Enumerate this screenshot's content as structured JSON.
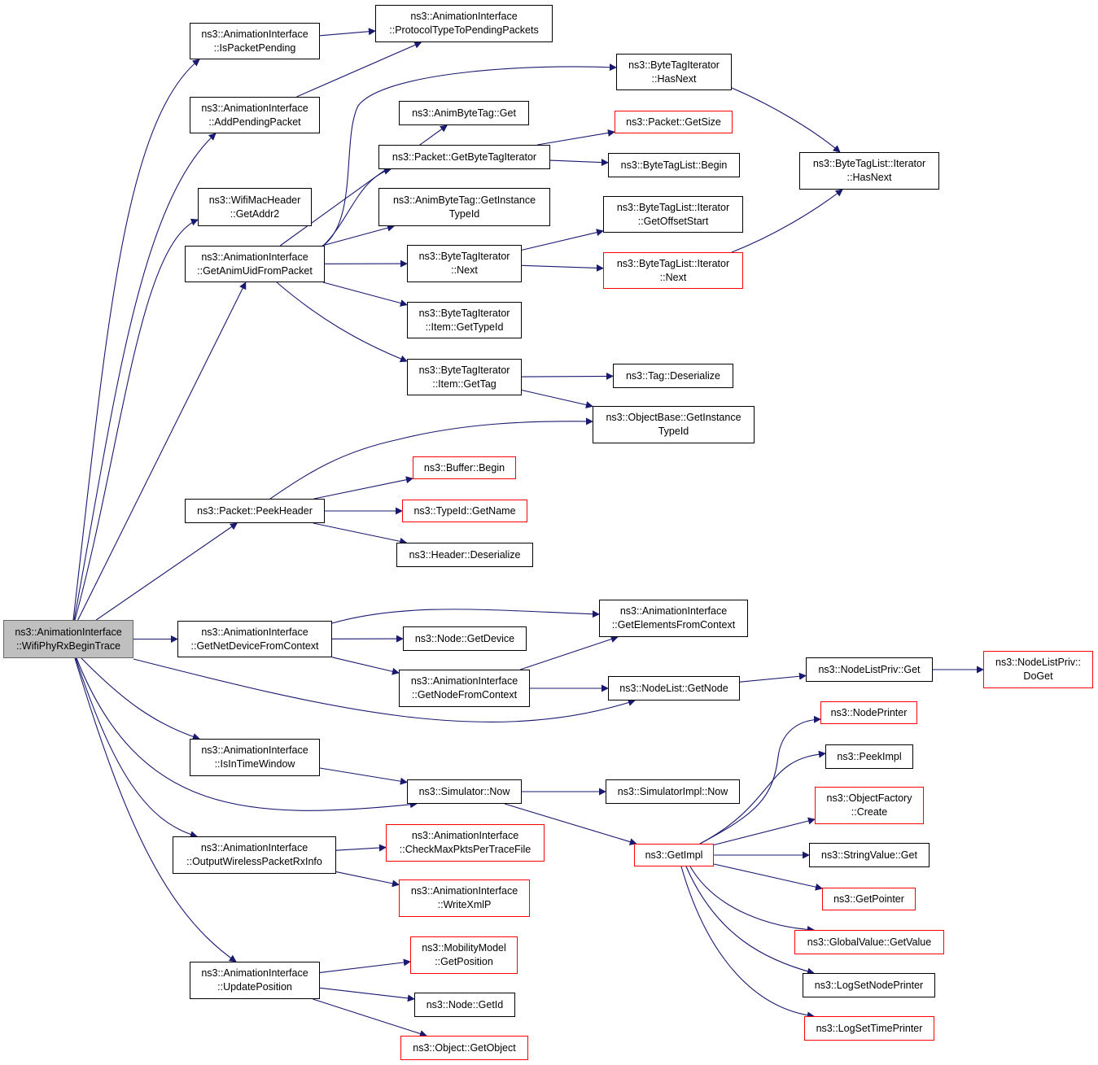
{
  "graph": {
    "root": "root",
    "nodes": {
      "root": {
        "lines": [
          "ns3::AnimationInterface",
          "::WifiPhyRxBeginTrace"
        ],
        "style": "root"
      },
      "isPacketPending": {
        "lines": [
          "ns3::AnimationInterface",
          "::IsPacketPending"
        ],
        "style": "normal"
      },
      "protocolType": {
        "lines": [
          "ns3::AnimationInterface",
          "::ProtocolTypeToPendingPackets"
        ],
        "style": "normal"
      },
      "addPendingPacket": {
        "lines": [
          "ns3::AnimationInterface",
          "::AddPendingPacket"
        ],
        "style": "normal"
      },
      "wifiGetAddr2": {
        "lines": [
          "ns3::WifiMacHeader",
          "::GetAddr2"
        ],
        "style": "normal"
      },
      "getAnimUid": {
        "lines": [
          "ns3::AnimationInterface",
          "::GetAnimUidFromPacket"
        ],
        "style": "normal"
      },
      "btiHasNext": {
        "lines": [
          "ns3::ByteTagIterator",
          "::HasNext"
        ],
        "style": "normal"
      },
      "animByteTagGet": {
        "lines": [
          "ns3::AnimByteTag::Get"
        ],
        "style": "normal"
      },
      "packetGetSize": {
        "lines": [
          "ns3::Packet::GetSize"
        ],
        "style": "red"
      },
      "getByteTagIterator": {
        "lines": [
          "ns3::Packet::GetByteTagIterator"
        ],
        "style": "normal"
      },
      "btlBegin": {
        "lines": [
          "ns3::ByteTagList::Begin"
        ],
        "style": "normal"
      },
      "btlIterHasNext": {
        "lines": [
          "ns3::ByteTagList::Iterator",
          "::HasNext"
        ],
        "style": "normal"
      },
      "animByteTagTypeId": {
        "lines": [
          "ns3::AnimByteTag::GetInstance",
          "TypeId"
        ],
        "style": "normal"
      },
      "btlIterOffsetStart": {
        "lines": [
          "ns3::ByteTagList::Iterator",
          "::GetOffsetStart"
        ],
        "style": "normal"
      },
      "btiNext": {
        "lines": [
          "ns3::ByteTagIterator",
          "::Next"
        ],
        "style": "normal"
      },
      "btlIterNext": {
        "lines": [
          "ns3::ByteTagList::Iterator",
          "::Next"
        ],
        "style": "red"
      },
      "btiItemGetTypeId": {
        "lines": [
          "ns3::ByteTagIterator",
          "::Item::GetTypeId"
        ],
        "style": "normal"
      },
      "btiItemGetTag": {
        "lines": [
          "ns3::ByteTagIterator",
          "::Item::GetTag"
        ],
        "style": "normal"
      },
      "tagDeserialize": {
        "lines": [
          "ns3::Tag::Deserialize"
        ],
        "style": "normal"
      },
      "objectBaseTypeId": {
        "lines": [
          "ns3::ObjectBase::GetInstance",
          "TypeId"
        ],
        "style": "normal"
      },
      "bufferBegin": {
        "lines": [
          "ns3::Buffer::Begin"
        ],
        "style": "red"
      },
      "peekHeader": {
        "lines": [
          "ns3::Packet::PeekHeader"
        ],
        "style": "normal"
      },
      "typeIdGetName": {
        "lines": [
          "ns3::TypeId::GetName"
        ],
        "style": "red"
      },
      "headerDeserialize": {
        "lines": [
          "ns3::Header::Deserialize"
        ],
        "style": "normal"
      },
      "getElementsFromContext": {
        "lines": [
          "ns3::AnimationInterface",
          "::GetElementsFromContext"
        ],
        "style": "normal"
      },
      "getNetDevice": {
        "lines": [
          "ns3::AnimationInterface",
          "::GetNetDeviceFromContext"
        ],
        "style": "normal"
      },
      "nodeGetDevice": {
        "lines": [
          "ns3::Node::GetDevice"
        ],
        "style": "normal"
      },
      "getNodeFromContext": {
        "lines": [
          "ns3::AnimationInterface",
          "::GetNodeFromContext"
        ],
        "style": "normal"
      },
      "nodeListGetNode": {
        "lines": [
          "ns3::NodeList::GetNode"
        ],
        "style": "normal"
      },
      "nodeListPrivGet": {
        "lines": [
          "ns3::NodeListPriv::Get"
        ],
        "style": "normal"
      },
      "nodeListPrivDoGet": {
        "lines": [
          "ns3::NodeListPriv::",
          "DoGet"
        ],
        "style": "red"
      },
      "nodePrinter": {
        "lines": [
          "ns3::NodePrinter"
        ],
        "style": "red"
      },
      "peekImpl": {
        "lines": [
          "ns3::PeekImpl"
        ],
        "style": "normal"
      },
      "isInTimeWindow": {
        "lines": [
          "ns3::AnimationInterface",
          "::IsInTimeWindow"
        ],
        "style": "normal"
      },
      "objectFactoryCreate": {
        "lines": [
          "ns3::ObjectFactory",
          "::Create"
        ],
        "style": "red"
      },
      "simulatorNow": {
        "lines": [
          "ns3::Simulator::Now"
        ],
        "style": "normal"
      },
      "simulatorImplNow": {
        "lines": [
          "ns3::SimulatorImpl::Now"
        ],
        "style": "normal"
      },
      "checkMaxPkts": {
        "lines": [
          "ns3::AnimationInterface",
          "::CheckMaxPktsPerTraceFile"
        ],
        "style": "red"
      },
      "outputWireless": {
        "lines": [
          "ns3::AnimationInterface",
          "::OutputWirelessPacketRxInfo"
        ],
        "style": "normal"
      },
      "getImpl": {
        "lines": [
          "ns3::GetImpl"
        ],
        "style": "red"
      },
      "stringValueGet": {
        "lines": [
          "ns3::StringValue::Get"
        ],
        "style": "normal"
      },
      "writeXmlP": {
        "lines": [
          "ns3::AnimationInterface",
          "::WriteXmlP"
        ],
        "style": "red"
      },
      "getPointer": {
        "lines": [
          "ns3::GetPointer"
        ],
        "style": "red"
      },
      "globalValueGetValue": {
        "lines": [
          "ns3::GlobalValue::GetValue"
        ],
        "style": "red"
      },
      "mobilityGetPosition": {
        "lines": [
          "ns3::MobilityModel",
          "::GetPosition"
        ],
        "style": "red"
      },
      "updatePosition": {
        "lines": [
          "ns3::AnimationInterface",
          "::UpdatePosition"
        ],
        "style": "normal"
      },
      "logSetNodePrinter": {
        "lines": [
          "ns3::LogSetNodePrinter"
        ],
        "style": "normal"
      },
      "nodeGetId": {
        "lines": [
          "ns3::Node::GetId"
        ],
        "style": "normal"
      },
      "logSetTimePrinter": {
        "lines": [
          "ns3::LogSetTimePrinter"
        ],
        "style": "red"
      },
      "objectGetObject": {
        "lines": [
          "ns3::Object::GetObject"
        ],
        "style": "red"
      }
    },
    "edges": [
      [
        "root",
        "isPacketPending"
      ],
      [
        "root",
        "addPendingPacket"
      ],
      [
        "root",
        "wifiGetAddr2"
      ],
      [
        "root",
        "getAnimUid"
      ],
      [
        "root",
        "peekHeader"
      ],
      [
        "root",
        "getNetDevice"
      ],
      [
        "root",
        "nodeListGetNode"
      ],
      [
        "root",
        "isInTimeWindow"
      ],
      [
        "root",
        "simulatorNow"
      ],
      [
        "root",
        "outputWireless"
      ],
      [
        "root",
        "updatePosition"
      ],
      [
        "isPacketPending",
        "protocolType"
      ],
      [
        "addPendingPacket",
        "protocolType"
      ],
      [
        "getAnimUid",
        "btiHasNext"
      ],
      [
        "getAnimUid",
        "animByteTagGet"
      ],
      [
        "getAnimUid",
        "getByteTagIterator"
      ],
      [
        "getAnimUid",
        "animByteTagTypeId"
      ],
      [
        "getAnimUid",
        "btiNext"
      ],
      [
        "getAnimUid",
        "btiItemGetTypeId"
      ],
      [
        "getAnimUid",
        "btiItemGetTag"
      ],
      [
        "btiHasNext",
        "btlIterHasNext"
      ],
      [
        "getByteTagIterator",
        "packetGetSize"
      ],
      [
        "getByteTagIterator",
        "btlBegin"
      ],
      [
        "btiNext",
        "btlIterOffsetStart"
      ],
      [
        "btiNext",
        "btlIterNext"
      ],
      [
        "btlIterNext",
        "btlIterHasNext"
      ],
      [
        "btiItemGetTag",
        "tagDeserialize"
      ],
      [
        "btiItemGetTag",
        "objectBaseTypeId"
      ],
      [
        "peekHeader",
        "objectBaseTypeId"
      ],
      [
        "peekHeader",
        "bufferBegin"
      ],
      [
        "peekHeader",
        "typeIdGetName"
      ],
      [
        "peekHeader",
        "headerDeserialize"
      ],
      [
        "getNetDevice",
        "getElementsFromContext"
      ],
      [
        "getNetDevice",
        "nodeGetDevice"
      ],
      [
        "getNetDevice",
        "getNodeFromContext"
      ],
      [
        "getNodeFromContext",
        "getElementsFromContext"
      ],
      [
        "getNodeFromContext",
        "nodeListGetNode"
      ],
      [
        "nodeListGetNode",
        "nodeListPrivGet"
      ],
      [
        "nodeListPrivGet",
        "nodeListPrivDoGet"
      ],
      [
        "isInTimeWindow",
        "simulatorNow"
      ],
      [
        "simulatorNow",
        "simulatorImplNow"
      ],
      [
        "simulatorNow",
        "getImpl"
      ],
      [
        "getImpl",
        "nodePrinter"
      ],
      [
        "getImpl",
        "peekImpl"
      ],
      [
        "getImpl",
        "objectFactoryCreate"
      ],
      [
        "getImpl",
        "stringValueGet"
      ],
      [
        "getImpl",
        "getPointer"
      ],
      [
        "getImpl",
        "globalValueGetValue"
      ],
      [
        "getImpl",
        "logSetNodePrinter"
      ],
      [
        "getImpl",
        "logSetTimePrinter"
      ],
      [
        "outputWireless",
        "checkMaxPkts"
      ],
      [
        "outputWireless",
        "writeXmlP"
      ],
      [
        "updatePosition",
        "mobilityGetPosition"
      ],
      [
        "updatePosition",
        "nodeGetId"
      ],
      [
        "updatePosition",
        "objectGetObject"
      ]
    ]
  },
  "colors": {
    "edge": "#191970",
    "border_red": "#ff0000",
    "root_fill": "#bfbfbf"
  }
}
